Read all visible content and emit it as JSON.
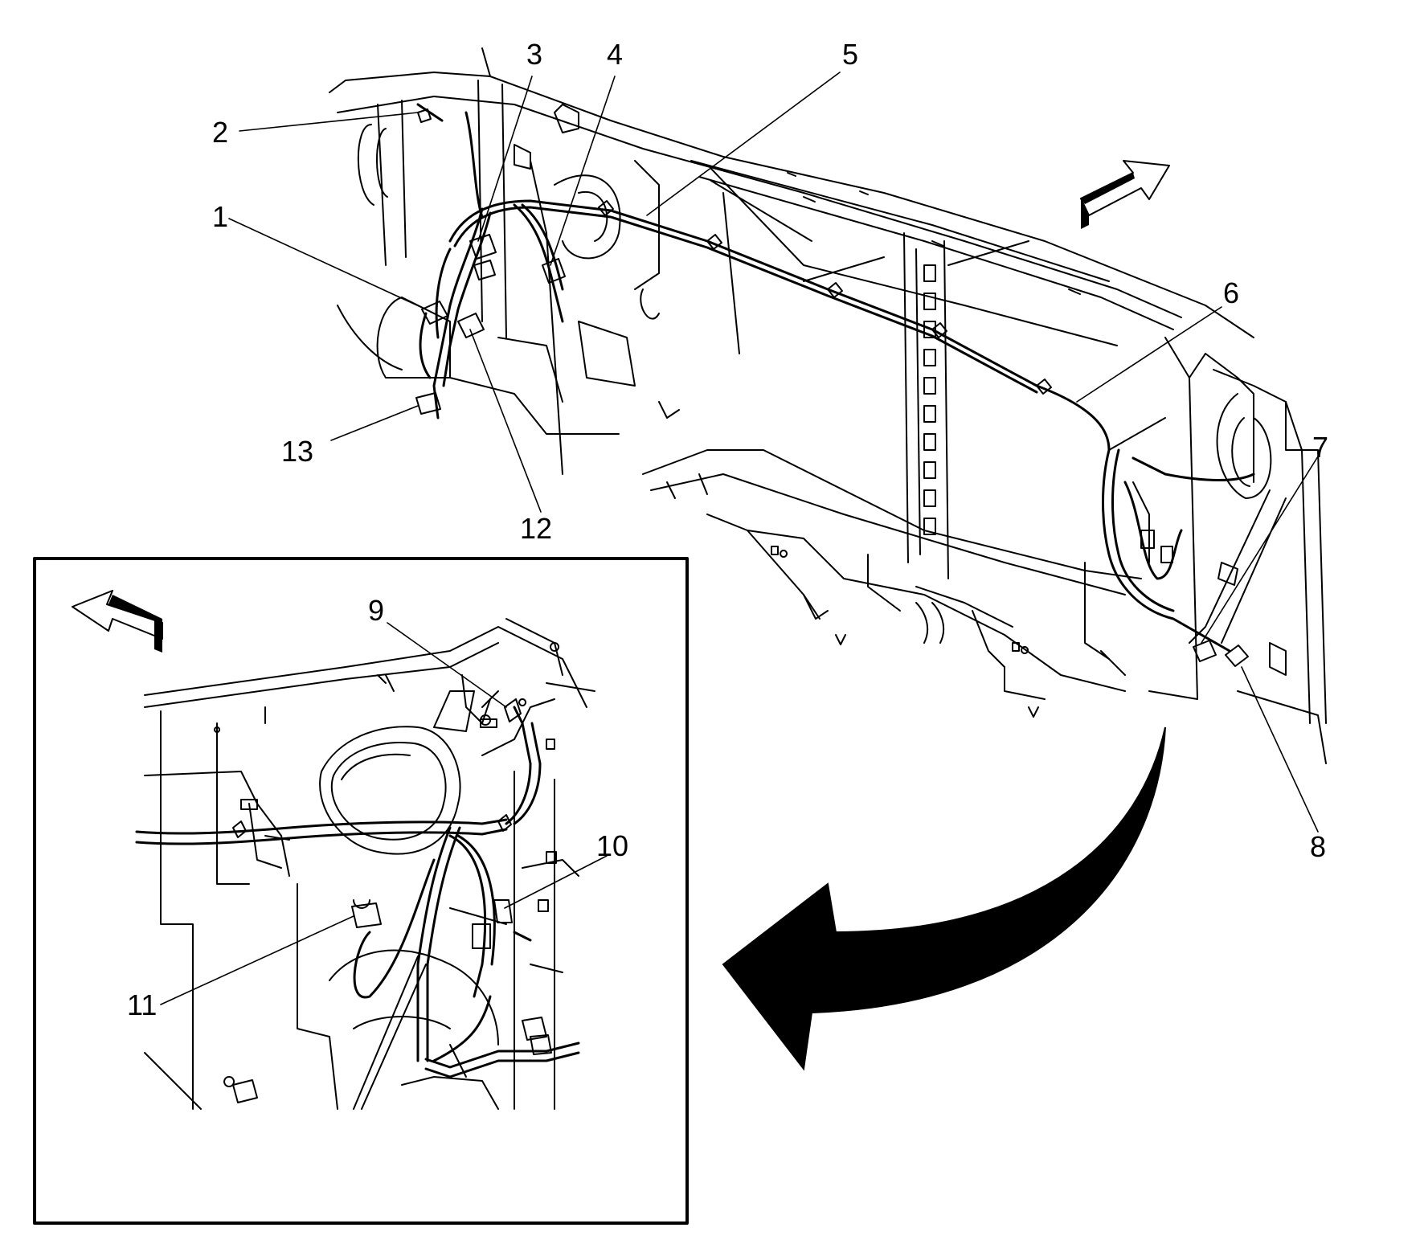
{
  "diagram": {
    "type": "exploded-view component location illustration",
    "line_color": "#000000",
    "background": "#ffffff",
    "callouts": [
      "1",
      "2",
      "3",
      "4",
      "5",
      "6",
      "7",
      "8",
      "9",
      "10",
      "11",
      "12",
      "13"
    ],
    "icons": [
      "direction-arrow-icon",
      "detail-curved-arrow-icon"
    ]
  }
}
